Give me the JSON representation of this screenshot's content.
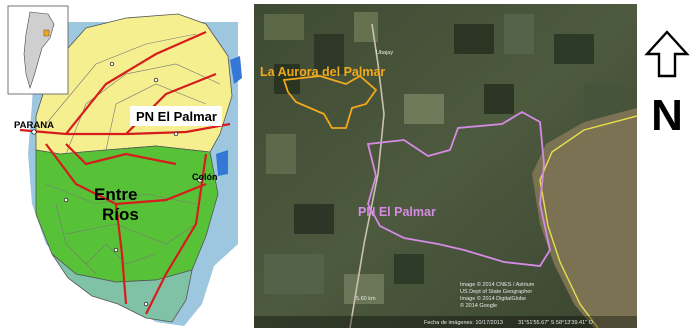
{
  "left_map": {
    "label_parana": "PARANA",
    "label_pn": "PN El Palmar",
    "label_entre": "Entre",
    "label_rios": "Ríos",
    "label_colon": "Colón"
  },
  "satellite": {
    "label_aurora": "La Aurora del Palmar",
    "label_pn": "PN El Palmar",
    "label_ubajay": "Ubajay",
    "scale": "5.60 km",
    "credits": [
      "Image © 2014 CNES / Astrium",
      "US Dept of State Geographer",
      "Image © 2014 DigitalGlobe",
      "© 2014 Google"
    ],
    "footer_date": "Fecha de imágenes: 10/17/2013",
    "footer_coords": "31°51'55.67\" S  58°13'39.41\" O",
    "colors": {
      "aurora_outline": "#f2a81d",
      "pn_outline": "#d58ae6",
      "river_line": "#e6e04a"
    }
  },
  "compass": {
    "letter": "N",
    "icon": "north-arrow-icon"
  }
}
